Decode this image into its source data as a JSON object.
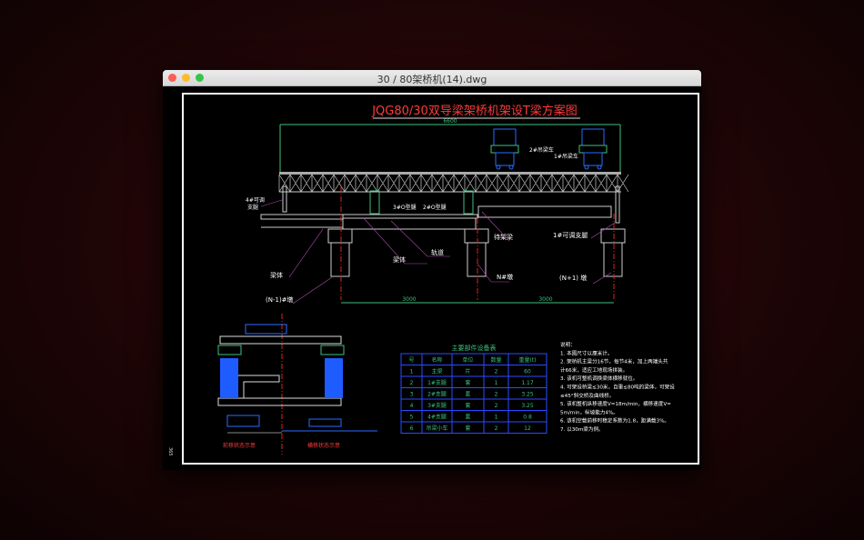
{
  "window": {
    "title": "30 / 80架桥机(14).dwg",
    "buttons": {
      "close": "#fc5f57",
      "minimize": "#fdbc2e",
      "zoom": "#33c748"
    }
  },
  "drawing": {
    "title": "JQG80/30双导梁架桥机架设T梁方案图",
    "dim_total": "6600",
    "dim_span1": "3000",
    "dim_span2": "3000",
    "labels": {
      "trolley2": "2#吊梁车",
      "trolley1": "1#吊梁车",
      "leg4": "4#可调",
      "leg4b": "支腿",
      "oleg3": "3#O型腿",
      "oleg2": "2#O型腿",
      "beam_waiting": "待架梁",
      "leg1": "1#可调支腿",
      "beam_left": "梁体",
      "rail": "轨道",
      "beam_mid": "梁体",
      "pier_n": "N#墩",
      "pier_n1": "(N+1) 墩",
      "pier_nm1": "(N-1)#墩"
    },
    "section_labels": [
      "前移状态示意",
      "横移状态示意"
    ],
    "side_mark": "365",
    "table": {
      "title": "主要部件设备表",
      "headers": [
        "号",
        "名称",
        "单位",
        "数量",
        "重量(t)"
      ],
      "rows": [
        [
          "1",
          "主梁",
          "片",
          "2",
          "60"
        ],
        [
          "2",
          "1#支腿",
          "套",
          "1",
          "1.17"
        ],
        [
          "3",
          "2#支腿",
          "套",
          "2",
          "3.25"
        ],
        [
          "4",
          "3#支腿",
          "套",
          "2",
          "3.25"
        ],
        [
          "5",
          "4#支腿",
          "套",
          "1",
          "0.8"
        ],
        [
          "6",
          "吊梁小车",
          "套",
          "2",
          "12"
        ]
      ]
    },
    "notes": [
      "说明：",
      "1. 本图尺寸以厘米计。",
      "2. 架桥机主梁分16节，每节4米，加上两端头共",
      "计66米，适应工地现场拼装。",
      "3. 该机可整机调换梁体横移就位。",
      "4. 可架设桥梁≤30米，自重≤80吨的梁体，可架设",
      "≤45°斜交桥及曲线桥。",
      "5. 该机整机纵移速度V=18m/min，横移速度V=",
      "5m/min，纵坡能力4%。",
      "6. 该机空载前移时稳定系数为1.8，距满载3%。",
      "7. 以30m梁为例。"
    ]
  }
}
